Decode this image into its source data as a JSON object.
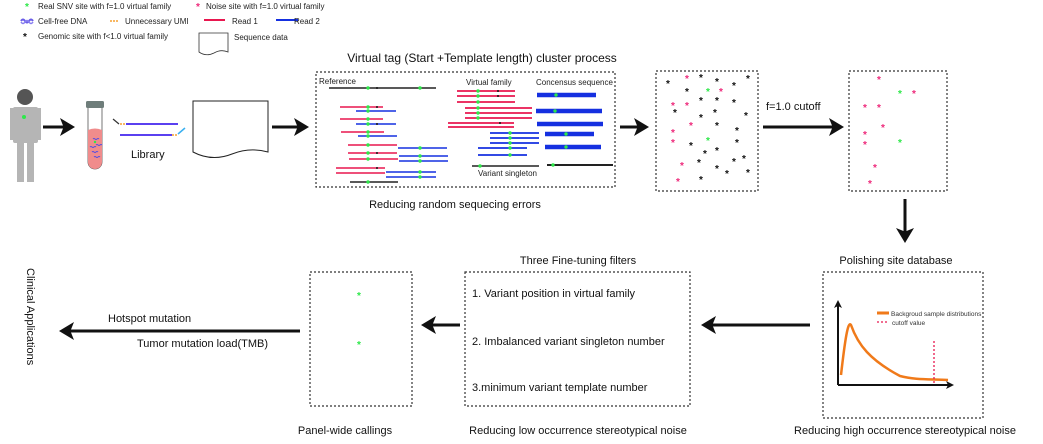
{
  "legend": {
    "real_snv": "Real SNV site with f=1.0 virtual family",
    "noise_site": "Noise site with f=1.0 virtual family",
    "cfdna": "Cell-free DNA",
    "umi": "Unnecessary UMI",
    "read1": "Read 1",
    "read2": "Read 2",
    "genomic_site": "Genomic site with f<1.0 virtual family",
    "sequence_data": "Sequence data"
  },
  "library_label": "Library",
  "cluster": {
    "title": "Virtual tag (Start +Template length) cluster process",
    "reference": "Reference",
    "virtual_family": "Virtual family",
    "consensus": "Concensus sequence",
    "variant_singleton": "Variant singleton",
    "caption": "Reducing random sequecing errors"
  },
  "cutoff_label": "f=1.0 cutoff",
  "polishing": {
    "title": "Polishing site database",
    "legend_background": "Backgroud sample distributions",
    "legend_cutoff": "cutoff value",
    "caption": "Reducing high occurrence stereotypical noise"
  },
  "filters": {
    "title": "Three Fine-tuning filters",
    "items": [
      "1. Variant position in virtual family",
      "2. Imbalanced variant singleton number",
      "3.minimum variant template number"
    ],
    "caption": "Reducing low occurrence stereotypical noise"
  },
  "panel_caption": "Panel-wide callings",
  "clinical": {
    "title": "Clinical Applications",
    "hotspot": "Hotspot mutation",
    "tmb": "Tumor mutation load(TMB)"
  },
  "colors": {
    "green": "#2ee84a",
    "pink": "#ee2a7b",
    "red": "#e8174f",
    "blue": "#1530e0",
    "orange": "#f07a1a",
    "umi": "#f5a030"
  }
}
